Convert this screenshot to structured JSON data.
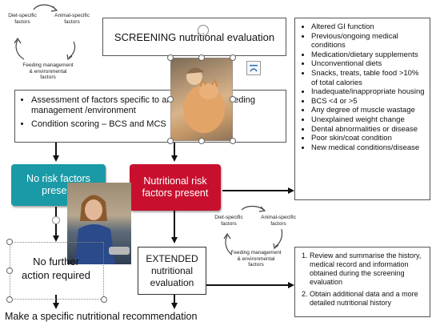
{
  "top_cycle": {
    "diet": "Diet-specific factors",
    "animal": "Animal-specific factors",
    "feeding": "Feeding management & environmental factors"
  },
  "screening": {
    "title": "SCREENING nutritional evaluation"
  },
  "assessment": {
    "items": [
      "Assessment of factors specific to animal, diet and feeding management /environment",
      "Condition scoring – BCS and MCS"
    ]
  },
  "risk_list": {
    "items": [
      "Altered GI function",
      "Previous/ongoing medical conditions",
      "Medication/dietary supplements",
      "Unconventional diets",
      "Snacks, treats, table food >10% of total calories",
      "Inadequate/inappropriate housing",
      "BCS <4 or >5",
      "Any degree of muscle wastage",
      "Unexplained weight change",
      "Dental abnormalities or disease",
      "Poor skin/coat condition",
      "New medical conditions/disease"
    ]
  },
  "no_risk": {
    "label": "No risk factors present",
    "color": "#1a9aa6"
  },
  "risk": {
    "label": "Nutritional risk factors present",
    "color": "#c8102e"
  },
  "no_action": {
    "label": "No further action required"
  },
  "extended": {
    "label": "EXTENDED nutritional evaluation"
  },
  "mid_cycle": {
    "diet": "Diet-specific factors",
    "animal": "Animal-specific factors",
    "feeding": "Feeding management & environmental factors"
  },
  "review": {
    "items": [
      "Review and summarise the history, medical record and information obtained during the screening evaluation",
      "Obtain additional data and a more detailed nutritional history"
    ]
  },
  "recommendation": "Make a specific nutritional recommendation"
}
